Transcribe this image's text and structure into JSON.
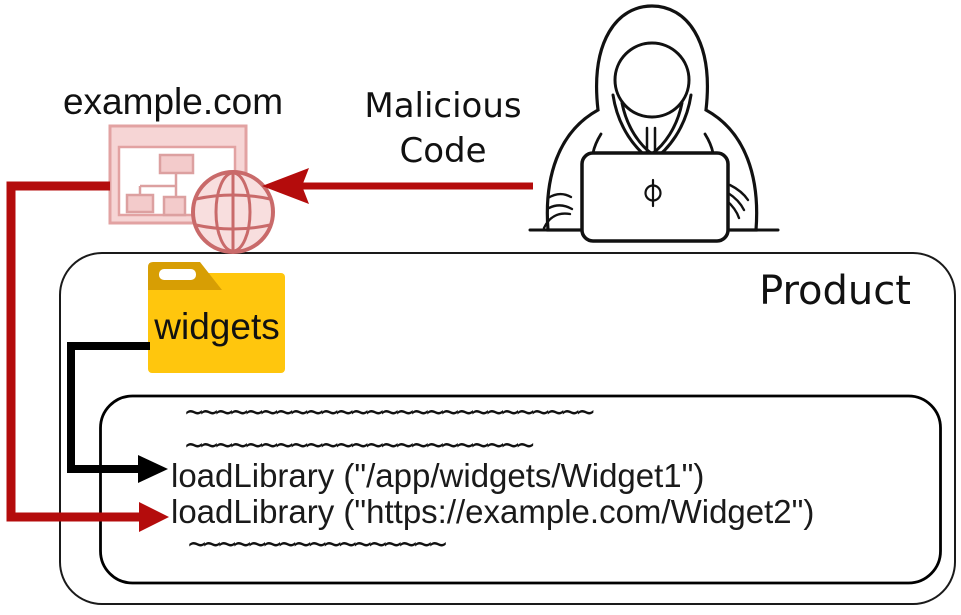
{
  "title": "Supply chain attack diagram",
  "colors": {
    "arrow_red": "#b40c0c",
    "diagram_black": "#111111",
    "site_icon_fill": "#f6d5d5",
    "site_icon_border": "#e2a2a2",
    "globe_stroke": "#c96a6a",
    "folder_body": "#ffc60d",
    "folder_tab": "#d79e04"
  },
  "external_site": {
    "label": "example.com",
    "icon": "browser-window-sitemap-globe-icon"
  },
  "attacker": {
    "label_line1": "Malicious",
    "label_line2": "Code",
    "icon": "hooded-hacker-at-laptop-icon",
    "laptop_logo": "phi-symbol"
  },
  "product": {
    "label": "Product",
    "folder": {
      "label": "widgets",
      "icon": "folder-icon"
    },
    "code": {
      "squiggle_line_1": "~~~~~~~~~~~~~~~~~~~~~~~~~~~",
      "squiggle_line_2": "~~~~~~~~~~~~~~~~~~~~~~~",
      "line_local": "loadLibrary (\"/app/widgets/Widget1\")",
      "line_remote": "loadLibrary (\"https://example.com/Widget2\")",
      "squiggle_line_3": "~~~~~~~~~~~~~~~~~"
    }
  },
  "arrows": {
    "malicious_code_arrow": "attacker-to-example.com",
    "remote_load_arrow": "example.com-to-loadLibrary-remote",
    "local_load_arrow": "widgets-folder-to-loadLibrary-local"
  }
}
